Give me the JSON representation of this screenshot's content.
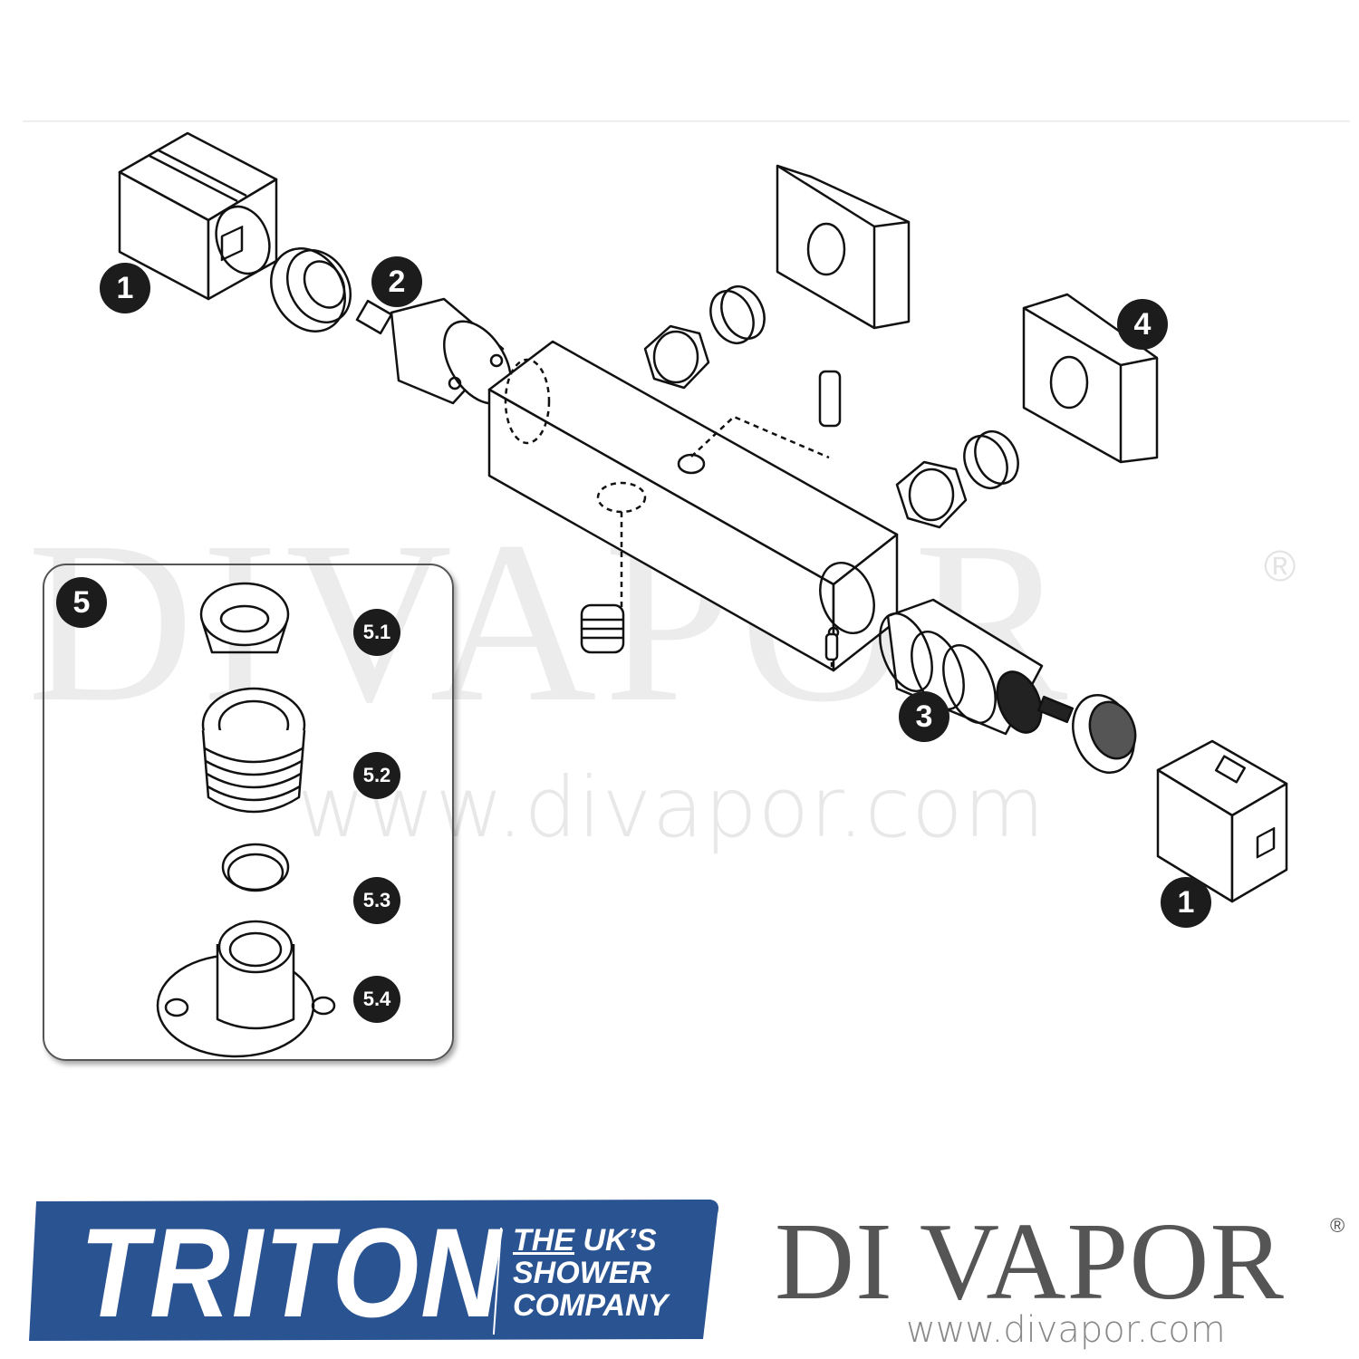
{
  "diagram": {
    "type": "exploded-parts-diagram",
    "subject": "Triton shower valve components",
    "callouts": [
      {
        "id": "1",
        "label": "1",
        "part": "control-handle-left"
      },
      {
        "id": "2",
        "label": "2",
        "part": "flow-cartridge"
      },
      {
        "id": "3",
        "label": "3",
        "part": "thermostatic-cartridge"
      },
      {
        "id": "4",
        "label": "4",
        "part": "wall-shroud"
      },
      {
        "id": "1b",
        "label": "1",
        "part": "control-handle-right"
      },
      {
        "id": "5",
        "label": "5",
        "part": "fixing-kit-inset"
      }
    ],
    "inset": {
      "label": "5",
      "items": [
        {
          "label": "5.1",
          "part": "seal-washer"
        },
        {
          "label": "5.2",
          "part": "threaded-adaptor"
        },
        {
          "label": "5.3",
          "part": "olive-ring"
        },
        {
          "label": "5.4",
          "part": "flanged-wall-plate"
        }
      ]
    }
  },
  "watermark": {
    "brand": "DIVAPOR",
    "registered": "®",
    "url": "www.divapor.com"
  },
  "footer": {
    "triton": {
      "wordmark": "TRITON",
      "tagline_line1_underlined": "THE",
      "tagline_line1_rest": " UK’S",
      "tagline_line2": "SHOWER",
      "tagline_line3": "COMPANY",
      "bg_color": "#2a5392"
    },
    "divapor": {
      "wordmark": "DI VAPOR",
      "registered": "®",
      "url": "www.divapor.com",
      "text_color": "#555555"
    }
  }
}
